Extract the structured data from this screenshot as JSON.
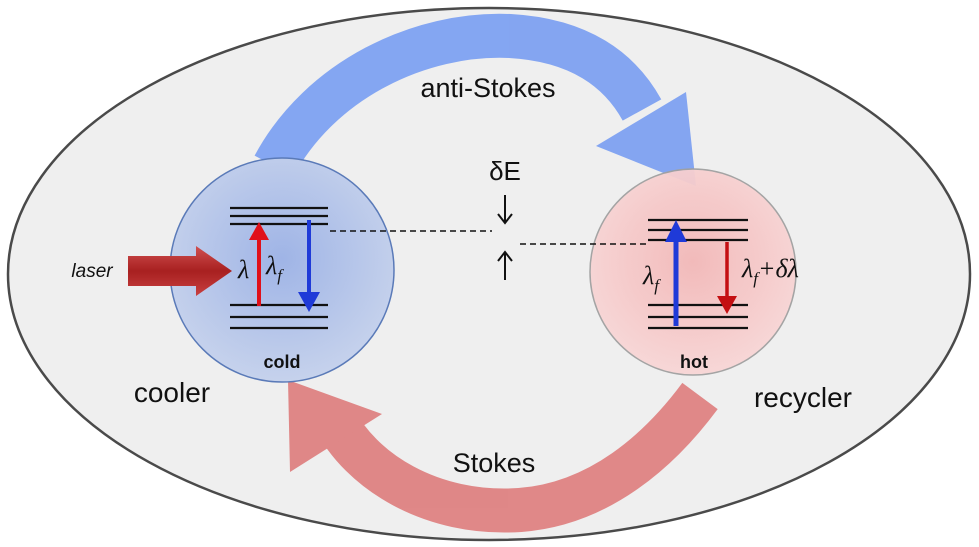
{
  "labels": {
    "anti_stokes": "anti-Stokes",
    "stokes": "Stokes",
    "delta_e": "δE",
    "laser": "laser",
    "cold": "cold",
    "hot": "hot",
    "cooler": "cooler",
    "recycler": "recycler",
    "lambda": "λ",
    "lambda_f_cold": "λ",
    "lambda_f_hot": "λ",
    "lambda_f_sub": "f",
    "plus_delta_lambda": "+δλ"
  },
  "colors": {
    "background_ellipse": "#efefef",
    "cold_sphere": "#b9c8e6",
    "hot_sphere": "#f4c7c7",
    "anti_stokes_arrow": "#7b9ff2",
    "stokes_arrow": "#de7f7f",
    "laser_arrow": "#b83030",
    "absorption_arrow": "#e0101a",
    "emission_arrow": "#1f3ad8",
    "red_emission_arrow": "#c40f12"
  }
}
